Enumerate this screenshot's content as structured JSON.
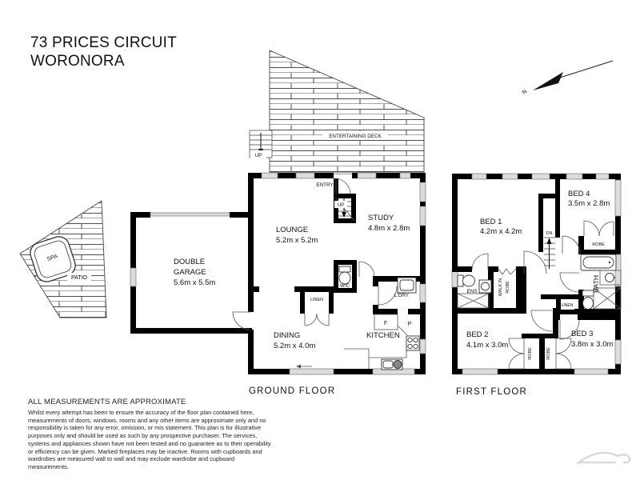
{
  "title": {
    "line1": "73 PRICES CIRCUIT",
    "line2": "WORONORA"
  },
  "compass": {
    "label": "N"
  },
  "deck": {
    "label": "ENTERTAINING DECK",
    "up": "UP"
  },
  "patio": {
    "label": "PATIO",
    "spa": "SPA"
  },
  "ground": {
    "floor_label": "GROUND  FLOOR",
    "garage_line1": "DOUBLE",
    "garage_line2": "GARAGE",
    "garage_dims": "5.6m x 5.5m",
    "lounge": "LOUNGE",
    "lounge_dims": "5.2m x 5.2m",
    "study": "STUDY",
    "study_dims": "4.8m x 2.8m",
    "dining": "DINING",
    "dining_dims": "5.2m x 4.0m",
    "kitchen": "KITCHEN",
    "laundry": "L'DRY",
    "wc": "W/C",
    "linen": "LINEN",
    "entry": "ENTRY",
    "stairs_up": "UP",
    "fridge": "F",
    "pantry": "P"
  },
  "first": {
    "floor_label": "FIRST  FLOOR",
    "bed1": "BED 1",
    "bed1_dims": "4.2m x 4.2m",
    "bed2": "BED 2",
    "bed2_dims": "4.1m x 3.0m",
    "bed3": "BED 3",
    "bed3_dims": "3.8m x 3.0m",
    "bed4": "BED 4",
    "bed4_dims": "3.5m x 2.8m",
    "ensuite": "ENS",
    "walkin_line1": "WALK IN",
    "walkin_line2": "ROBE",
    "robe_bed4": "ROBE",
    "robe_bed2": "ROBE",
    "robe_bed3": "ROBE",
    "bath": "BATH",
    "linen": "LINEN",
    "stairs_dn": "DN"
  },
  "disclaimer": {
    "heading": "ALL MEASUREMENTS ARE APPROXIMATE",
    "body": "Whilst every attempt has been to ensure the accuracy of the floor plan contained here, measurements of doors, windows, rooms and any other items are approximate only and no responsibility is taken for any error, omission, or mis statement. This plan is for illustrative purposes only and should be used as such by any prospective purchaser. The services, systems and appliances shown have not been tested and no guarantee as to their operability or efficiency can be given. Marked fireplaces may be inactive. Rooms with cupboards and wardrobes are measured wall to wall and may exclude wardrobe and cupboard measurements."
  },
  "colors": {
    "wall": "#000000",
    "window_fill": "#dcdcdc",
    "hatch": "#4d4d4d",
    "background": "#ffffff",
    "thin_line": "#555555",
    "logo": "#d9d9d9"
  }
}
